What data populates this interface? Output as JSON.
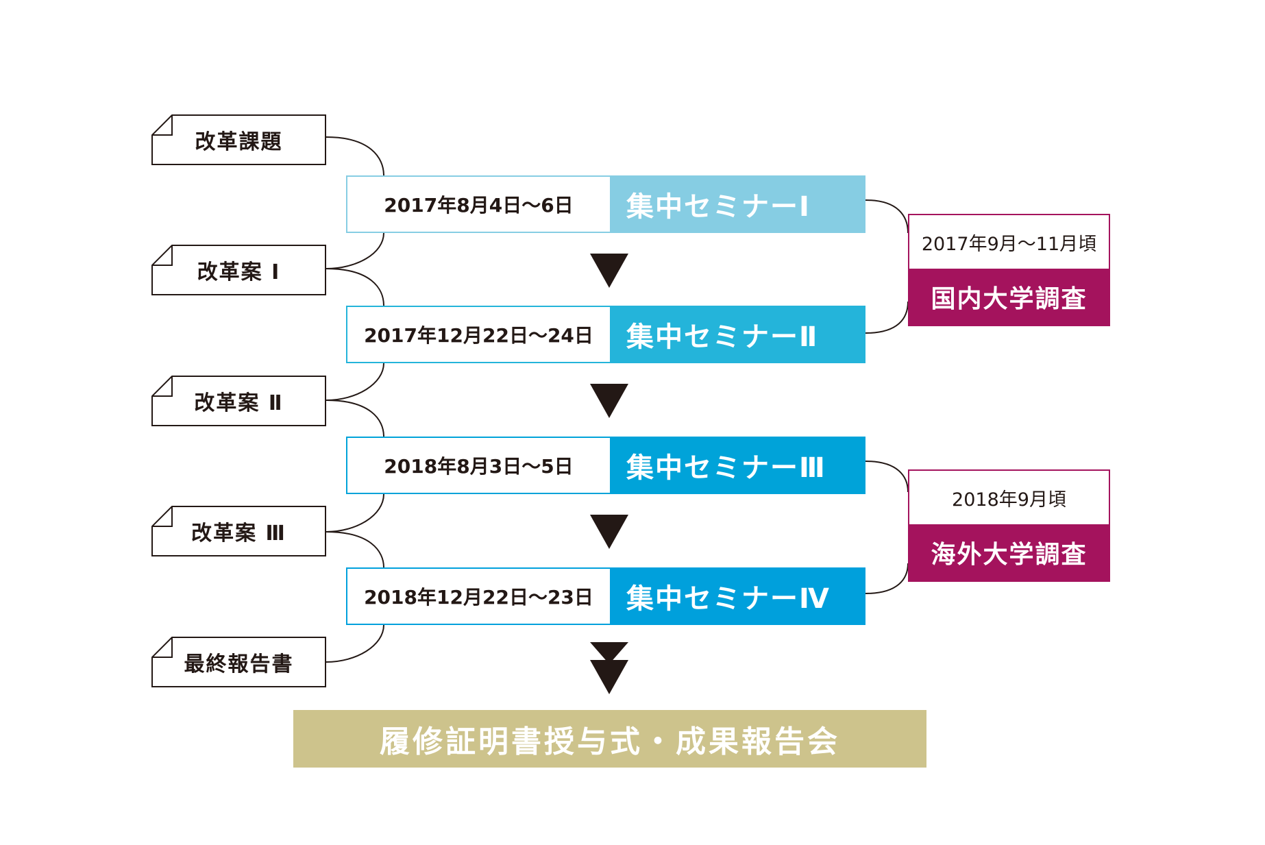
{
  "documents": [
    {
      "label": "改革課題"
    },
    {
      "label": "改革案 Ⅰ"
    },
    {
      "label": "改革案 Ⅱ"
    },
    {
      "label": "改革案 Ⅲ"
    },
    {
      "label": "最終報告書"
    }
  ],
  "seminars": [
    {
      "date": "2017年8月4日～6日",
      "title": "集中セミナーⅠ",
      "color": "#86cde3"
    },
    {
      "date": "2017年12月22日～24日",
      "title": "集中セミナーⅡ",
      "color": "#24b4da"
    },
    {
      "date": "2018年8月3日～5日",
      "title": "集中セミナーⅢ",
      "color": "#00a3d9"
    },
    {
      "date": "2018年12月22日～23日",
      "title": "集中セミナーⅣ",
      "color": "#00a0dc"
    }
  ],
  "surveys": [
    {
      "period": "2017年9月～11月頃",
      "title": "国内大学調査"
    },
    {
      "period": "2018年9月頃",
      "title": "海外大学調査"
    }
  ],
  "final": {
    "title": "履修証明書授与式・成果報告会"
  },
  "colors": {
    "survey": "#a4135d",
    "final": "#cdc38c",
    "arrow": "#231815",
    "line": "#231815"
  }
}
